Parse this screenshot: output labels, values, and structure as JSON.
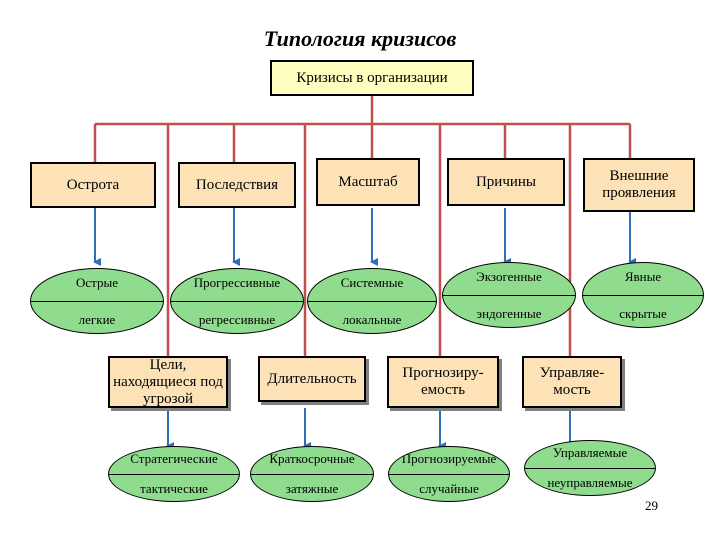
{
  "title": "Типология кризисов",
  "root": "Кризисы в организации",
  "page_number": "29",
  "colors": {
    "line": "#c0504d",
    "arrow": "#2e6fb5",
    "box_fill": "#fde2b8",
    "root_fill": "#ffffc0",
    "ellipse_fill": "#8fdc8f"
  },
  "row1": [
    {
      "label": "Острота",
      "top": "Острые",
      "bottom": "легкие"
    },
    {
      "label": "Последствия",
      "top": "Прогрессивные",
      "bottom": "регрессивные"
    },
    {
      "label": "Масштаб",
      "top": "Системные",
      "bottom": "локальные"
    },
    {
      "label": "Причины",
      "top": "Экзогенные",
      "bottom": "эндогенные"
    },
    {
      "label": "Внешние проявления",
      "top": "Явные",
      "bottom": "скрытые"
    }
  ],
  "row2": [
    {
      "label": "Цели, находящиеся под угрозой",
      "top": "Стратегические",
      "bottom": "тактические"
    },
    {
      "label": "Длительность",
      "top": "Краткосрочные",
      "bottom": "затяжные"
    },
    {
      "label": "Прогнозиру-емость",
      "top": "Прогнозируемые",
      "bottom": "случайные"
    },
    {
      "label": "Управляе-мость",
      "top": "Управляемые",
      "bottom": "неуправляемые"
    }
  ]
}
